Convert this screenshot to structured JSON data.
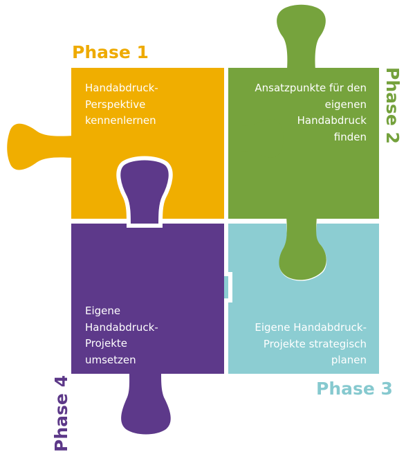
{
  "phases": [
    {
      "label": "Phase 1",
      "text": "Handabdruck-\nPerspektive\nkennenlernen",
      "color": "#f0ae00"
    },
    {
      "label": "Phase 2",
      "text": "Ansatzpunkte für den\neigenen\nHandabdruck\nfinden",
      "color": "#76a33d"
    },
    {
      "label": "Phase 3",
      "text": "Eigene Handabdruck-\nProjekte strategisch\nplanen",
      "color": "#8ccdd2"
    },
    {
      "label": "Phase 4",
      "text": "Eigene\nHandabdruck-\nProjekte\numsetzen",
      "color": "#5d398a"
    }
  ]
}
